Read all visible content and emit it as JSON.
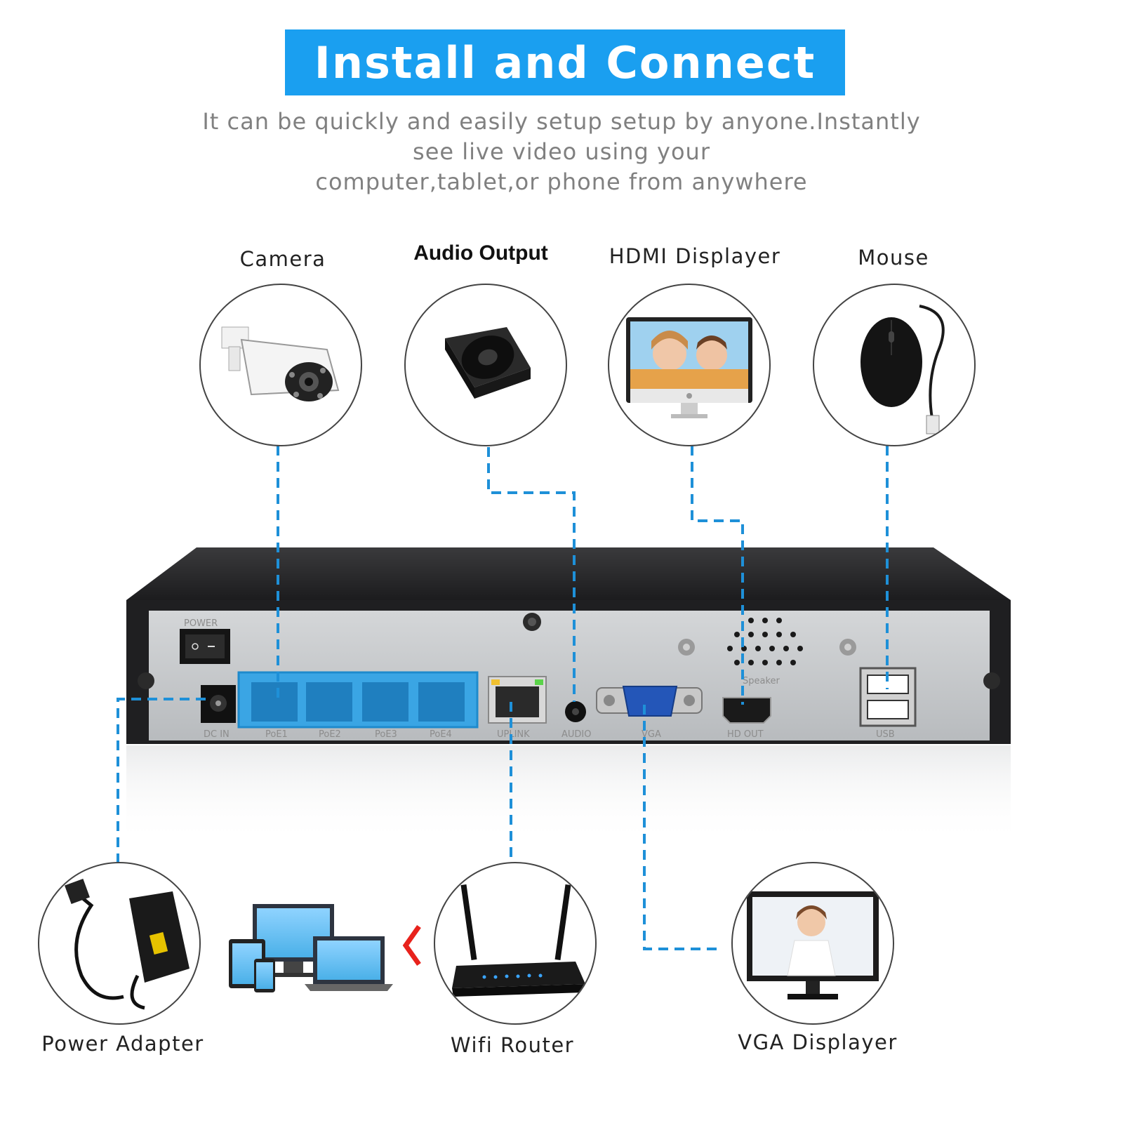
{
  "header": {
    "title": "Install and Connect",
    "subtitle_lines": [
      "It can be quickly and easily setup setup by anyone.Instantly",
      "see live video using your",
      "computer,tablet,or phone from anywhere"
    ]
  },
  "devices": {
    "camera": "Camera",
    "audio_output": "Audio Output",
    "hdmi_displayer": "HDMI Displayer",
    "mouse": "Mouse",
    "power_adapter": "Power Adapter",
    "wifi_router": "Wifi Router",
    "vga_displayer": "VGA Displayer"
  },
  "panel_labels": {
    "power": "POWER",
    "dc_in": "DC IN",
    "poe1": "PoE1",
    "poe2": "PoE2",
    "poe3": "PoE3",
    "poe4": "PoE4",
    "uplink": "UPLINK",
    "audio": "AUDIO",
    "vga": "VGA",
    "hd_out": "HD OUT",
    "speaker": "Speaker",
    "usb": "USB"
  },
  "colors": {
    "accent": "#1a9ff0",
    "connector_line": "#1e90d8",
    "arrow": "#e8221c"
  },
  "icons": {
    "arrow": "chevron-left-icon"
  }
}
